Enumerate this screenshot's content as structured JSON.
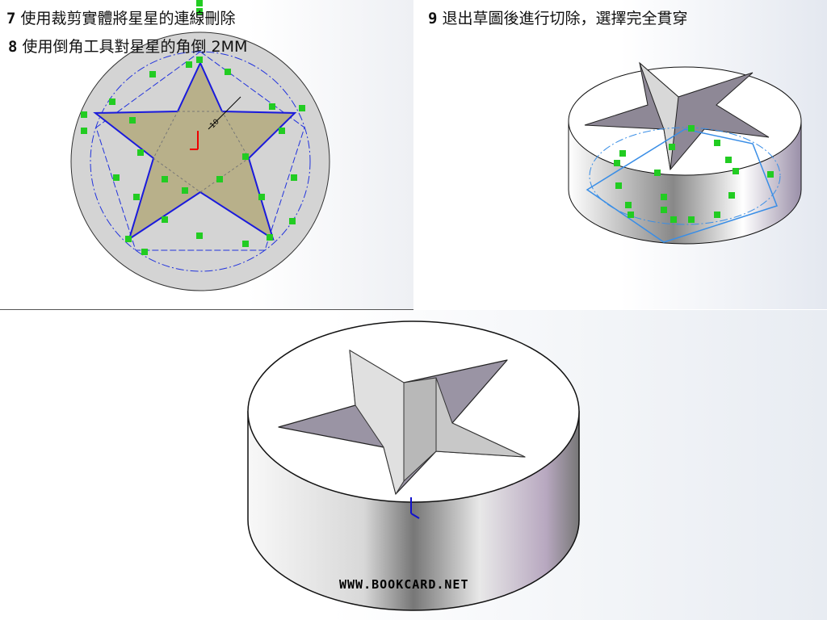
{
  "steps": [
    {
      "number": "7",
      "text": "使用裁剪實體將星星的連線刪除"
    },
    {
      "number": "8",
      "text": "使用倒角工具對星星的角倒 2MM"
    },
    {
      "number": "9",
      "text": "退出草圖後進行切除，選擇完全貫穿"
    }
  ],
  "sketch_dimension": "10",
  "watermark": "WWW.BOOKCARD.NET",
  "colors": {
    "sketch_line": "#1a1adc",
    "star_fill": "#b8b08a",
    "relation_badge": "#22cc22",
    "disc": "#d4d4d4"
  }
}
